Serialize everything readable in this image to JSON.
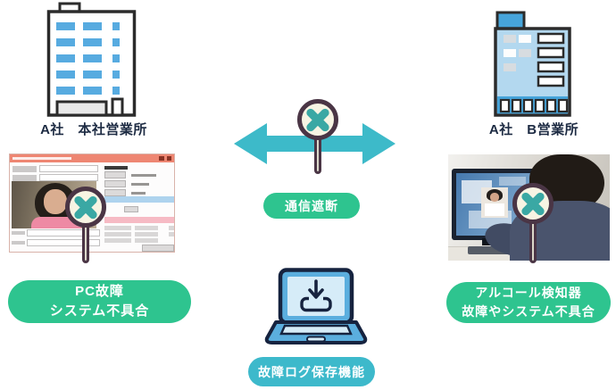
{
  "palette": {
    "arrow_teal": "#3dbac9",
    "pill_green": "#2ec48f",
    "pill_cyan": "#3db9cb",
    "sign_face": "#f7f4e3",
    "sign_outline": "#4a3545",
    "sign_cross": "#3aa8a4",
    "building_window_blue": "#57abe0",
    "branch_building_fill": "#b3d8ef",
    "branch_building_accent": "#46a4da",
    "app_titlebar_salmon": "#ee8672",
    "caption_text": "#1c2a42"
  },
  "buildings": {
    "head_office": {
      "label": "A社　本社営業所"
    },
    "branch_b": {
      "label": "A社　B営業所"
    }
  },
  "annotations": {
    "communication_block": "通信遮断",
    "pc_failure": {
      "lines": [
        "PC故障",
        "システム不具合"
      ]
    },
    "detector_failure": {
      "lines": [
        "アルコール検知器",
        "故障やシステム不具合"
      ]
    },
    "log_saving": "故障ログ保存機能"
  },
  "icons": {
    "prohibition_sign": "circle-cross-paddle",
    "blocked_link": "double-headed-arrow",
    "log_function": "laptop-download"
  }
}
